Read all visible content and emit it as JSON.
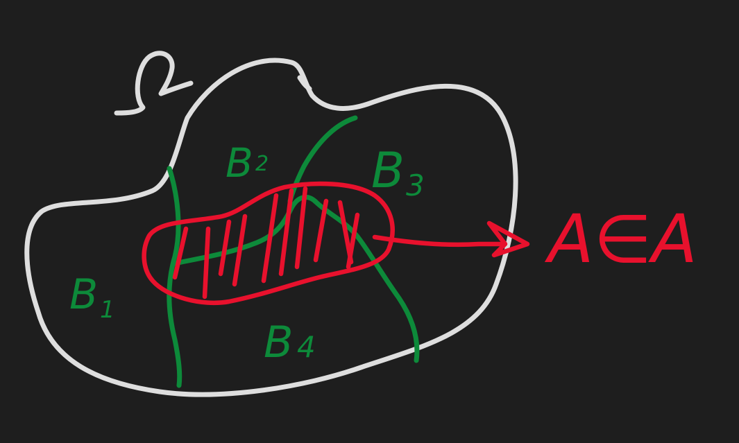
{
  "labels": {
    "omega": "Ω",
    "b1_letter": "B",
    "b1_sub": "1",
    "b2_letter": "B",
    "b2_sub": "2",
    "b3_letter": "B",
    "b3_sub": "3",
    "b4_letter": "B",
    "b4_sub": "4",
    "a_in_a": "A∈A"
  },
  "colors": {
    "background": "#1e1e1e",
    "universe_outline": "#dedede",
    "partition_lines": "#0d8a3a",
    "set_a": "#e8112d"
  }
}
